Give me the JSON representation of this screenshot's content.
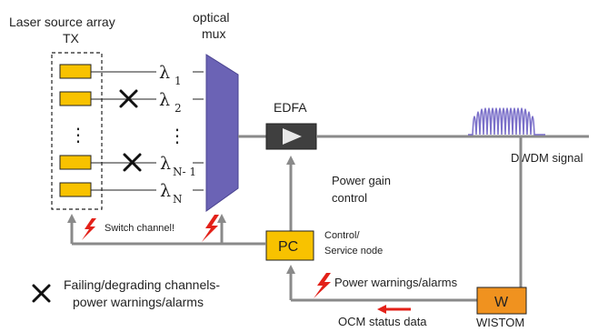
{
  "title_tx": [
    "Laser source array",
    "TX"
  ],
  "title_mux": [
    "optical",
    "mux"
  ],
  "lambdas": [
    {
      "symbol": "λ",
      "sub": "1"
    },
    {
      "symbol": "λ",
      "sub": "2"
    },
    {
      "symbol": "λ",
      "sub": "N- 1"
    },
    {
      "symbol": "λ",
      "sub": "N"
    }
  ],
  "vertical_ellipsis": "⋮",
  "edfa_label": "EDFA",
  "dwdm_label": "DWDM signal",
  "power_gain_control": [
    "Power gain",
    "control"
  ],
  "pc_label": "PC",
  "control_node": [
    "Control/",
    "Service node"
  ],
  "switch_channel": "Switch channel!",
  "power_warnings": "Power warnings/alarms",
  "ocm_status": "OCM status data",
  "w_label": "W",
  "wistom_label": "WISTOM",
  "legend_failing": [
    "Failing/degrading channels-",
    "power warnings/alarms"
  ],
  "colors": {
    "laser_fill": "#f8c200",
    "mux_fill": "#6b63b5",
    "edfa_fill": "#3f3f3f",
    "pc_fill": "#f8c200",
    "w_fill": "#f0921f",
    "lines": "#8a8a8a",
    "alert": "#e32119",
    "signal": "#7a6fc9"
  },
  "icons": [
    "cross-icon",
    "lightning-icon",
    "arrow-left-icon"
  ]
}
